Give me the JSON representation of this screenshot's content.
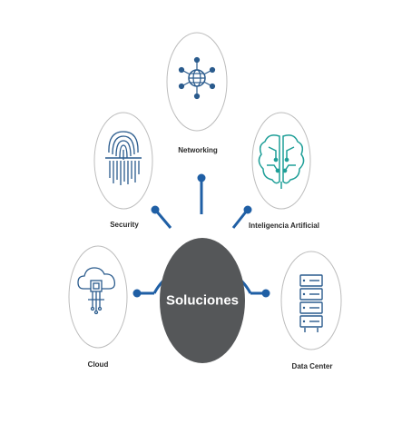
{
  "center": {
    "label": "Soluciones",
    "fill": "#555759"
  },
  "colors": {
    "connector": "#1f5fa5",
    "icon": "#2a5b8d",
    "brain": "#1f9f98",
    "ring": "#bdbdbd"
  },
  "nodes": {
    "networking": {
      "label": "Networking",
      "icon": "globe-network-icon"
    },
    "security": {
      "label": "Security",
      "icon": "fingerprint-icon"
    },
    "ai": {
      "label": "Inteligencia Artificial",
      "icon": "brain-circuit-icon"
    },
    "cloud": {
      "label": "Cloud",
      "icon": "cloud-chip-icon"
    },
    "datacenter": {
      "label": "Data Center",
      "icon": "server-rack-icon"
    }
  }
}
